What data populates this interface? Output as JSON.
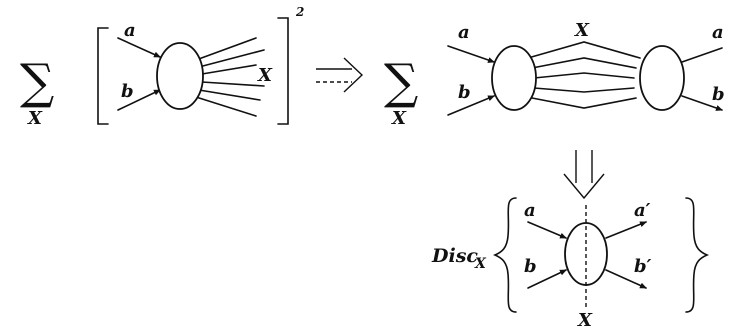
{
  "panel1": {
    "sum_symbol": "∑",
    "sum_index": "X",
    "label_a": "a",
    "label_b": "b",
    "label_X": "X",
    "exponent": "2"
  },
  "panel2": {
    "sum_symbol": "∑",
    "sum_index": "X",
    "label_a_left": "a",
    "label_b_left": "b",
    "label_X_top": "X",
    "label_a_right": "a",
    "label_b_right": "b"
  },
  "panel3": {
    "disc_label": "Disc",
    "disc_subscript": "X",
    "label_a": "a",
    "label_b": "b",
    "label_a_prime": "a′",
    "label_b_prime": "b′",
    "label_X_bottom": "X"
  }
}
